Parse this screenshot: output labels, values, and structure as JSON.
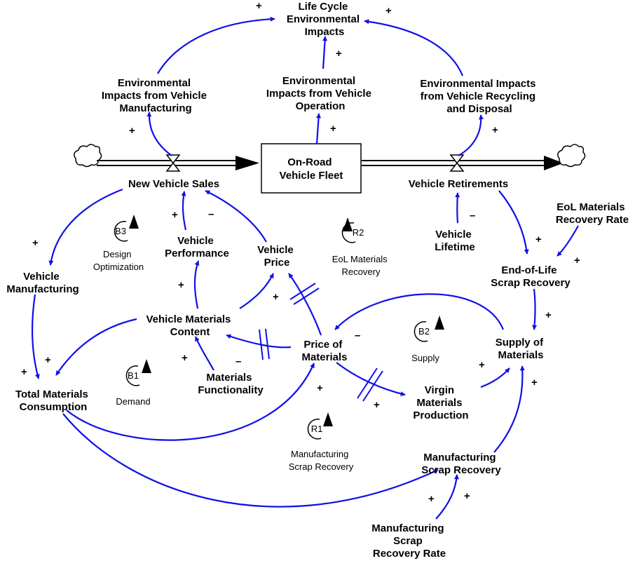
{
  "colors": {
    "link": "#1010e8",
    "text": "#000000",
    "background": "#ffffff"
  },
  "stock": {
    "label": [
      "On-Road",
      "Vehicle Fleet"
    ]
  },
  "variables": {
    "lca": [
      "Life Cycle",
      "Environmental",
      "Impacts"
    ],
    "env_mfg": [
      "Environmental",
      "Impacts from Vehicle",
      "Manufacturing"
    ],
    "env_op": [
      "Environmental",
      "Impacts from Vehicle",
      "Operation"
    ],
    "env_rec": [
      "Environmental Impacts",
      "from Vehicle Recycling",
      "and Disposal"
    ],
    "new_sales": [
      "New Vehicle Sales"
    ],
    "retirements": [
      "Vehicle Retirements"
    ],
    "performance": [
      "Vehicle",
      "Performance"
    ],
    "price": [
      "Vehicle",
      "Price"
    ],
    "lifetime": [
      "Vehicle",
      "Lifetime"
    ],
    "eol_rate": [
      "EoL Materials",
      "Recovery Rate"
    ],
    "eol_scrap": [
      "End-of-Life",
      "Scrap Recovery"
    ],
    "vmanufacturing": [
      "Vehicle",
      "Manufacturing"
    ],
    "materials_content": [
      "Vehicle Materials",
      "Content"
    ],
    "price_materials": [
      "Price of",
      "Materials"
    ],
    "supply": [
      "Supply of",
      "Materials"
    ],
    "total_consumption": [
      "Total Materials",
      "Consumption"
    ],
    "functionality": [
      "Materials",
      "Functionality"
    ],
    "virgin": [
      "Virgin",
      "Materials",
      "Production"
    ],
    "mfg_scrap": [
      "Manufacturing",
      "Scrap Recovery"
    ],
    "mfg_scrap_rate": [
      "Manufacturing",
      "Scrap",
      "Recovery Rate"
    ]
  },
  "loops": [
    {
      "id": "B3",
      "name": [
        "Design",
        "Optimization"
      ],
      "direction": "counterclockwise"
    },
    {
      "id": "R2",
      "name": [
        "EoL Materials",
        "Recovery"
      ],
      "direction": "counterclockwise"
    },
    {
      "id": "B2",
      "name": [
        "Supply"
      ],
      "direction": "counterclockwise"
    },
    {
      "id": "B1",
      "name": [
        "Demand"
      ],
      "direction": "counterclockwise"
    },
    {
      "id": "R1",
      "name": [
        "Manufacturing",
        "Scrap Recovery"
      ],
      "direction": "counterclockwise"
    }
  ],
  "polarity": {
    "positive": "+",
    "negative": "–"
  }
}
